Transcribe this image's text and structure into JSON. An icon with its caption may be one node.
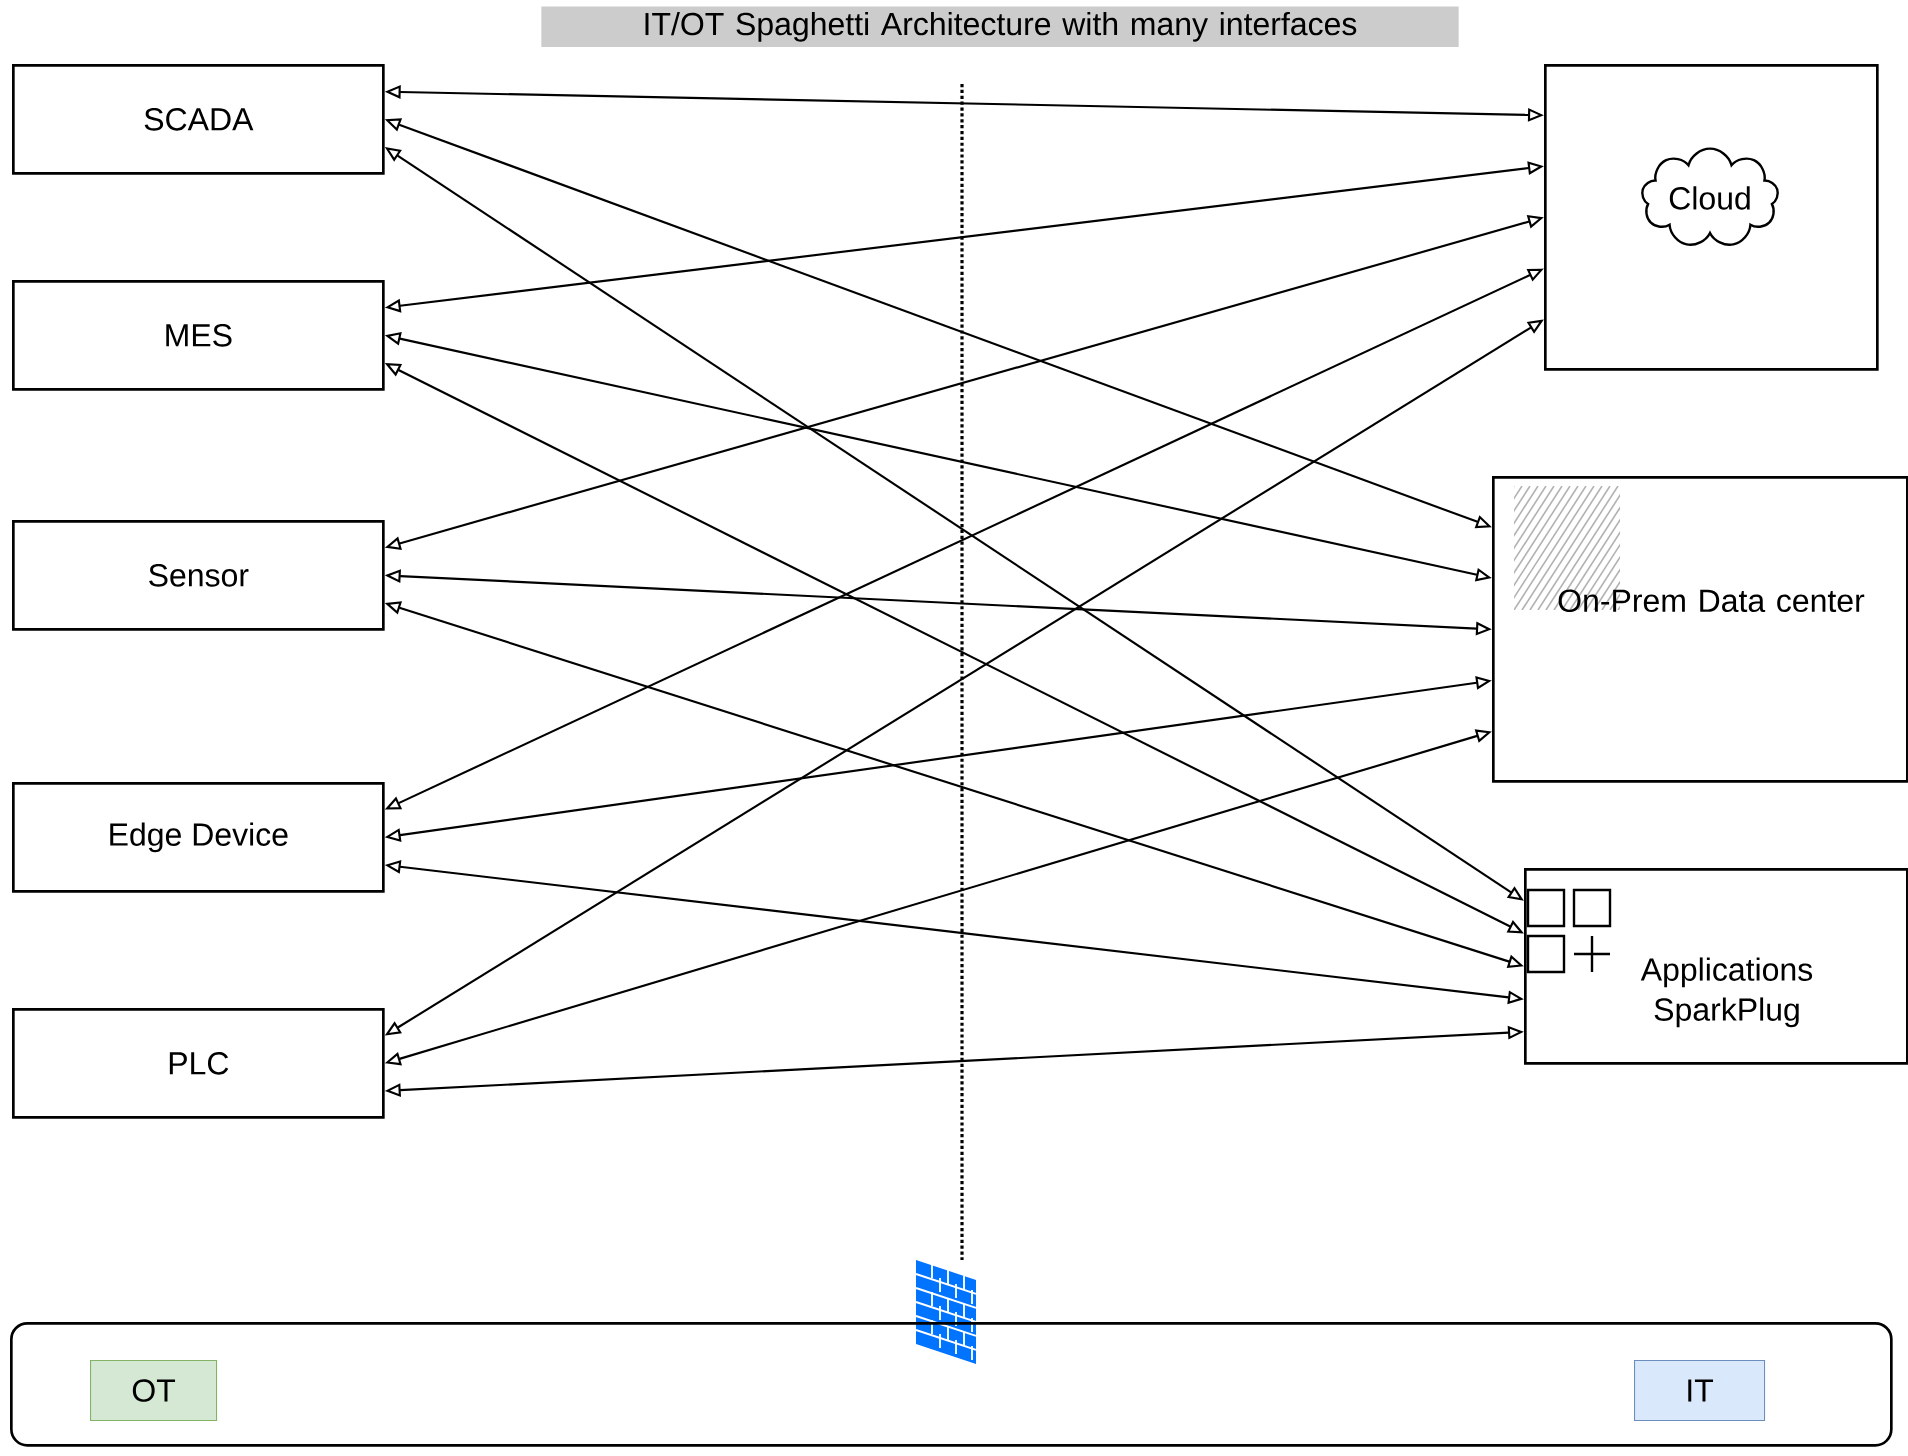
{
  "diagram": {
    "title": "IT/OT Spaghetti Architecture with many interfaces",
    "nodes": [
      {
        "text": [
          "SCADA"
        ]
      },
      {
        "text": [
          "MES"
        ]
      },
      {
        "text": [
          "Sensor"
        ]
      },
      {
        "text": [
          "Edge Device"
        ]
      },
      {
        "text": [
          "PLC"
        ]
      },
      {
        "text": [],
        "shape": "box"
      },
      {
        "text": [
          "Cloud"
        ],
        "in": 5
      },
      {
        "text": [
          "On-Prem Data center"
        ]
      },
      {
        "text": [
          "Applications SparkPlug"
        ]
      },
      {
        "text": [],
        "shape": "box"
      },
      {
        "text": [
          "OT"
        ],
        "in": 9
      },
      {
        "text": [
          "IT"
        ],
        "in": 9
      }
    ],
    "edges": [
      {
        "from": 0,
        "to": 5,
        "arrow": "both"
      },
      {
        "from": 0,
        "to": 7,
        "arrow": "both"
      },
      {
        "from": 0,
        "to": 8,
        "arrow": "both"
      },
      {
        "from": 1,
        "to": 5,
        "arrow": "both"
      },
      {
        "from": 1,
        "to": 7,
        "arrow": "both"
      },
      {
        "from": 1,
        "to": 8,
        "arrow": "both"
      },
      {
        "from": 2,
        "to": 5,
        "arrow": "both"
      },
      {
        "from": 2,
        "to": 7,
        "arrow": "both"
      },
      {
        "from": 2,
        "to": 8,
        "arrow": "both"
      },
      {
        "from": 3,
        "to": 5,
        "arrow": "both"
      },
      {
        "from": 3,
        "to": 7,
        "arrow": "both"
      },
      {
        "from": 3,
        "to": 8,
        "arrow": "both"
      },
      {
        "from": 4,
        "to": 5,
        "arrow": "both"
      },
      {
        "from": 4,
        "to": 7,
        "arrow": "both"
      },
      {
        "from": 4,
        "to": 8,
        "arrow": "both"
      }
    ]
  }
}
